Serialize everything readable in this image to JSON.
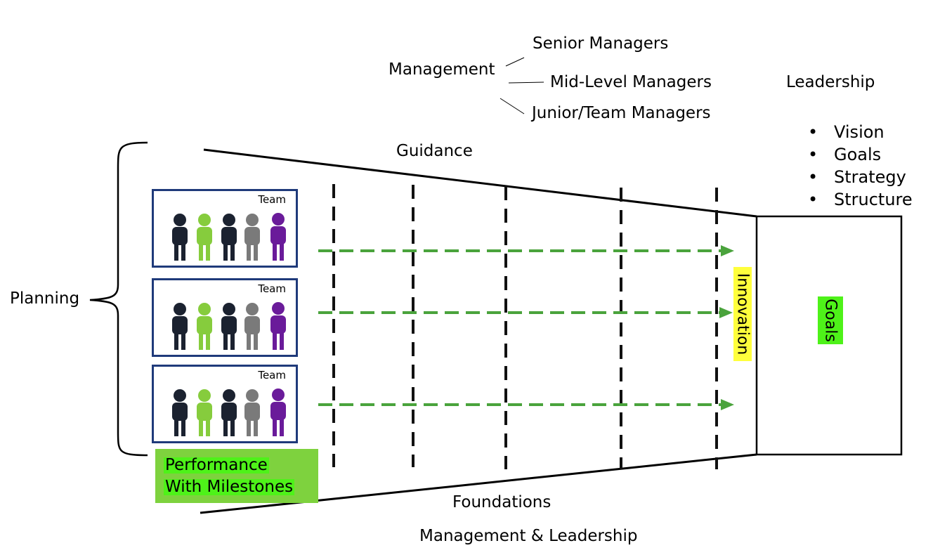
{
  "management": {
    "label": "Management",
    "levels": [
      "Senior Managers",
      "Mid-Level Managers",
      "Junior/Team Managers"
    ]
  },
  "leadership": {
    "label": "Leadership",
    "items": [
      "Vision",
      "Goals",
      "Strategy",
      "Structure"
    ]
  },
  "guidance_label": "Guidance",
  "planning_label": "Planning",
  "teams": [
    {
      "label": "Team"
    },
    {
      "label": "Team"
    },
    {
      "label": "Team"
    }
  ],
  "performance": {
    "line1": "Performance",
    "line2": "With Milestones"
  },
  "innovation_label": "Innovation",
  "goals_label": "Goals",
  "foundations_label": "Foundations",
  "footer_label": "Management & Leadership",
  "colors": {
    "team_border": "#1f3a7a",
    "arrow": "#4aa33c",
    "person_dark": "#1b2230",
    "person_green": "#86cc3d",
    "person_gray": "#7a7a7a",
    "person_purple": "#6a1b9a",
    "highlight_green": "#4ef219",
    "highlight_yellow": "#ffff3c"
  }
}
